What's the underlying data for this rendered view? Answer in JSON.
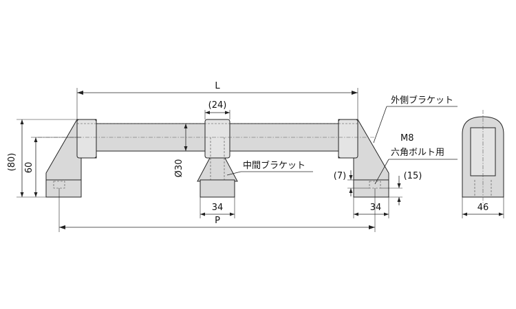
{
  "dimensions": {
    "length": "L",
    "pitch": "P",
    "overall_height": "(80)",
    "height": "60",
    "grip_diameter": "Ø30",
    "center_bracket_top": "(24)",
    "center_bracket_base": "34",
    "outer_bracket_base": "34",
    "bolt_offset_small": "(7)",
    "bolt_offset_large": "(15)",
    "side_width": "46"
  },
  "callouts": {
    "outer_bracket": "外側ブラケット",
    "center_bracket": "中間ブラケット",
    "bolt_size": "M8",
    "bolt_type": "六角ボルト用"
  }
}
